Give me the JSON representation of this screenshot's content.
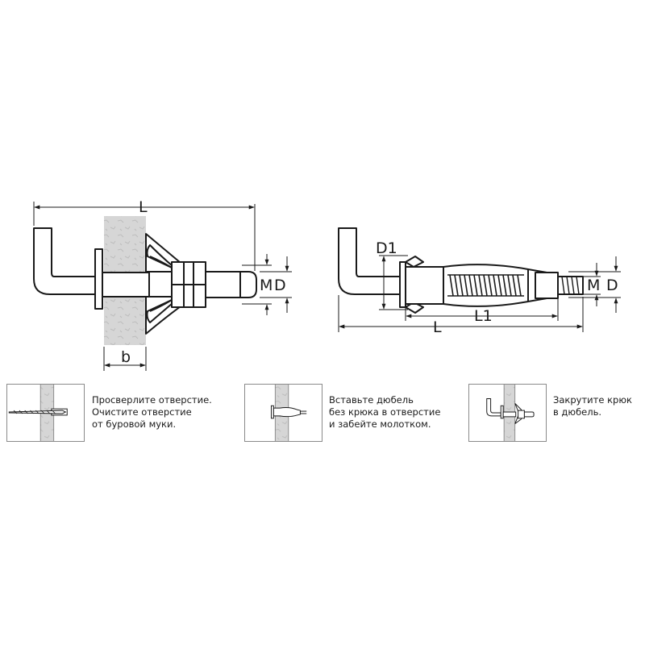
{
  "diagram_left": {
    "labels": {
      "length": "L",
      "thread": "M",
      "diameter": "D",
      "thickness": "b"
    }
  },
  "diagram_right": {
    "labels": {
      "collar": "D1",
      "length": "L",
      "length_body": "L1",
      "thread": "M",
      "diameter": "D"
    }
  },
  "steps": [
    {
      "lines": [
        "Просверлите отверстие.",
        "Очистите отверстие",
        "от буровой муки."
      ]
    },
    {
      "lines": [
        "Вставьте дюбель",
        "без крюка в отверстие",
        "и забейте молотком."
      ]
    },
    {
      "lines": [
        "Закрутите крюк",
        "в дюбель."
      ]
    }
  ],
  "colors": {
    "wall": "#d3d3d3",
    "line": "#1a1a1a",
    "body": "#ffffff"
  }
}
